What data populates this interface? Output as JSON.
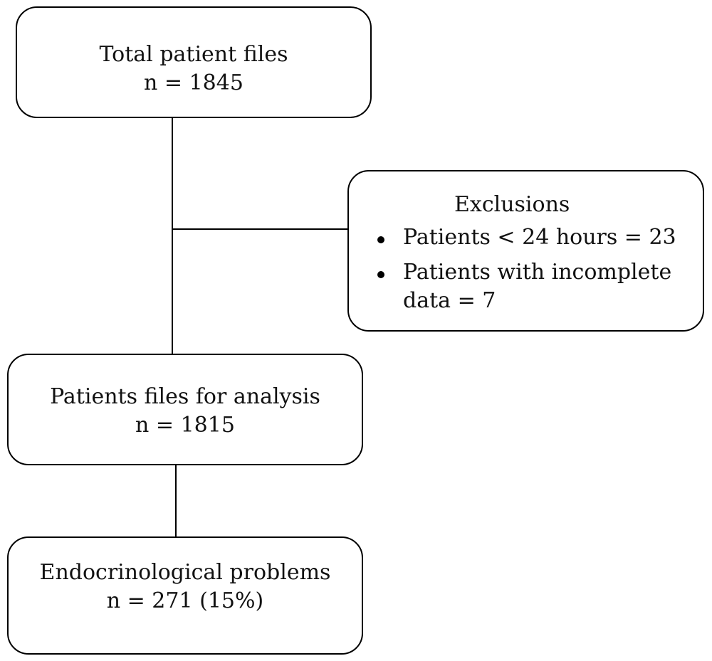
{
  "flowchart": {
    "total": {
      "title": "Total patient  files",
      "count": "n = 1845"
    },
    "exclusions": {
      "title": "Exclusions",
      "items": [
        "Patients < 24 hours = 23",
        "Patients with incomplete data = 7"
      ]
    },
    "analysis": {
      "title": "Patients files for analysis",
      "count": "n = 1815"
    },
    "endocrine": {
      "title": "Endocrinological problems",
      "count": "n = 271 (15%)"
    }
  },
  "colors": {
    "stroke": "#000000",
    "background": "#ffffff",
    "text": "#111111"
  }
}
